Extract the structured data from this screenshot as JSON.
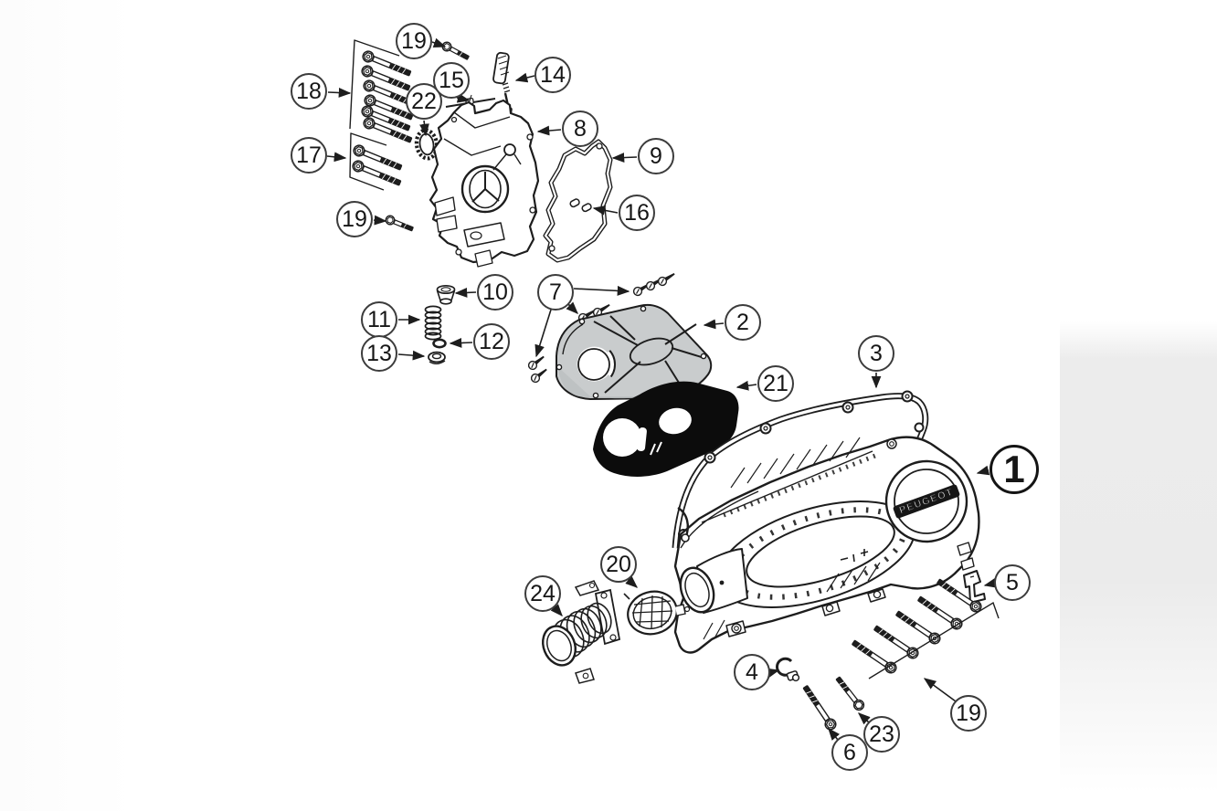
{
  "diagram": {
    "kind": "exploded-parts-diagram",
    "brand_text": "PEUGEOT",
    "colors": {
      "background": "#ffffff",
      "line": "#1d1d1d",
      "plate_fill": "#c9cccd",
      "foam_gasket_fill": "#0c0c0c",
      "right_shade": "#ececec",
      "callout_border": "#3c3c3c"
    },
    "parts": [
      {
        "label": "1"
      },
      {
        "label": "2"
      },
      {
        "label": "3"
      },
      {
        "label": "4"
      },
      {
        "label": "5"
      },
      {
        "label": "6"
      },
      {
        "label": "7"
      },
      {
        "label": "8"
      },
      {
        "label": "9"
      },
      {
        "label": "10"
      },
      {
        "label": "11"
      },
      {
        "label": "12"
      },
      {
        "label": "13"
      },
      {
        "label": "14"
      },
      {
        "label": "15"
      },
      {
        "label": "16"
      },
      {
        "label": "17"
      },
      {
        "label": "18"
      },
      {
        "label": "19"
      },
      {
        "label": "20"
      },
      {
        "label": "21"
      },
      {
        "label": "22"
      },
      {
        "label": "23"
      },
      {
        "label": "24"
      }
    ]
  }
}
